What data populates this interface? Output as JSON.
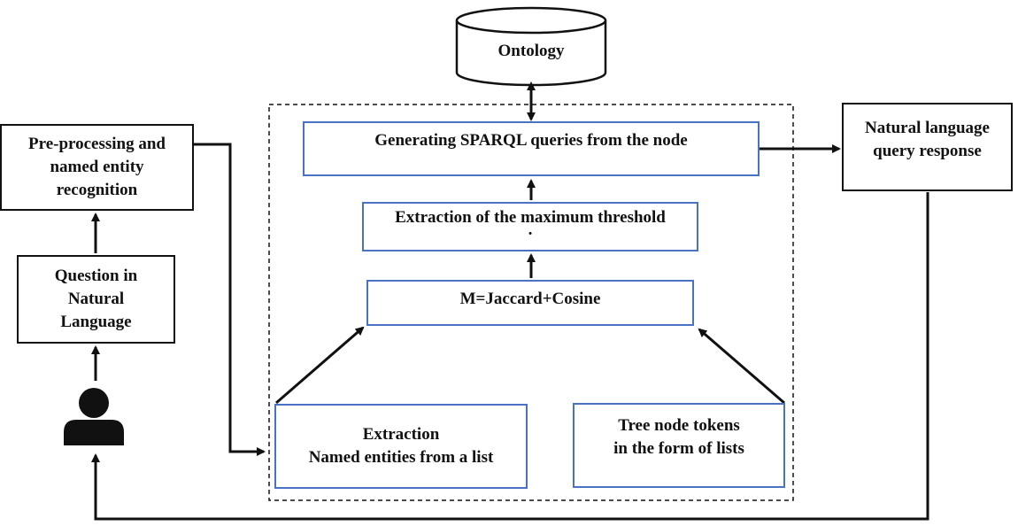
{
  "nodes": {
    "ontology": "Ontology",
    "preprocessing": "Pre-processing and\nnamed entity\nrecognition",
    "question": "Question in\nNatural\nLanguage",
    "sparql": "Generating SPARQL queries from the node",
    "threshold": "Extraction of the maximum threshold",
    "threshold_dot": "·",
    "metric": "M=Jaccard+Cosine",
    "extraction": "Extraction\nNamed entities from a list",
    "tree_tokens": "Tree node tokens\nin the form of lists",
    "response": "Natural language\nquery response"
  },
  "icons": {
    "user": "user-icon"
  },
  "colors": {
    "box_border": "#111111",
    "inner_box_border": "#4a72c4",
    "arrow": "#111111"
  }
}
